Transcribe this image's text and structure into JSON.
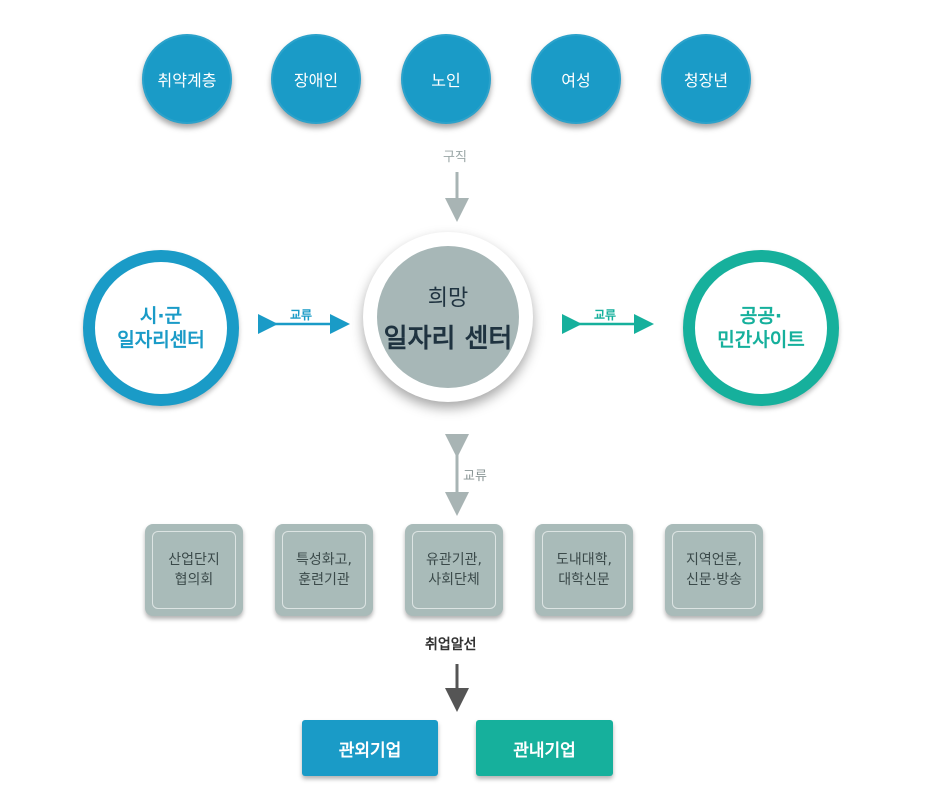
{
  "groups": [
    "취약계층",
    "장애인",
    "노인",
    "여성",
    "청장년"
  ],
  "job_search_label": "구직",
  "center": {
    "line1": "희망",
    "line2": "일자리 센터"
  },
  "left_partner": {
    "line1": "시·군",
    "line2": "일자리센터"
  },
  "right_partner": {
    "line1": "공공·",
    "line2": "민간사이트"
  },
  "exchange_label": "교류",
  "organizations": [
    {
      "line1": "산업단지",
      "line2": "협의회"
    },
    {
      "line1": "특성화고,",
      "line2": "훈련기관"
    },
    {
      "line1": "유관기관,",
      "line2": "사회단체"
    },
    {
      "line1": "도내대학,",
      "line2": "대학신문"
    },
    {
      "line1": "지역언론,",
      "line2": "신문·방송"
    }
  ],
  "placement_label": "취업알선",
  "companies": {
    "outside": "관외기업",
    "inside": "관내기업"
  },
  "colors": {
    "blue": "#1a9bc7",
    "teal": "#16b09c",
    "gray": "#a9bbb9"
  }
}
